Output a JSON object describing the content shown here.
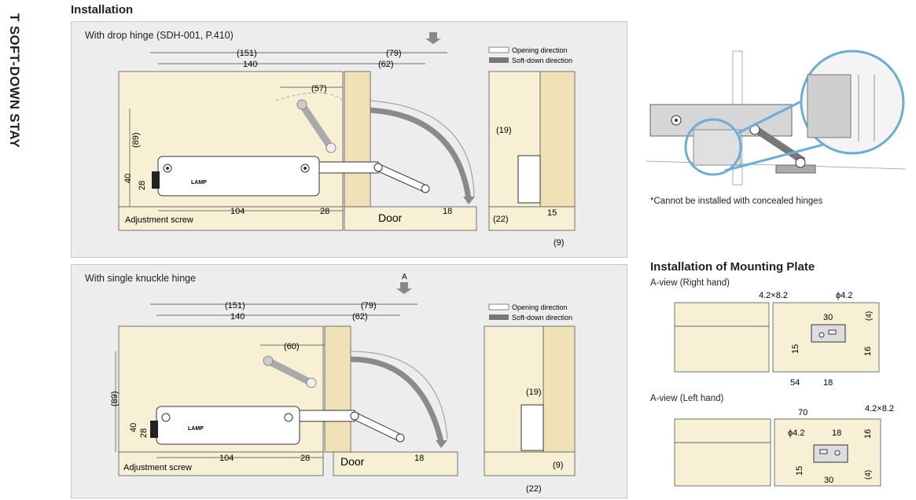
{
  "side_title": "T SOFT-DOWN STAY",
  "heading": "Installation",
  "legend": {
    "opening": "Opening direction",
    "softdown": "Soft-down direction"
  },
  "panel1": {
    "title": "With drop hinge (SDH-001, P.410)",
    "dims": {
      "w151": "(151)",
      "w140": "140",
      "w79": "(79)",
      "w62": "(62)",
      "w57": "(57)",
      "h89": "(89)",
      "h40": "40",
      "h28": "28",
      "w104": "104",
      "w28": "28",
      "w18": "18",
      "w19": "(19)",
      "w22": "(22)",
      "w15": "15",
      "w9": "(9)"
    },
    "door": "Door",
    "adjust": "Adjustment screw",
    "logo": "LAMP"
  },
  "panel2": {
    "title": "With single knuckle hinge",
    "arrow_label": "A",
    "dims": {
      "w151": "(151)",
      "w140": "140",
      "w79": "(79)",
      "w62": "(62)",
      "w60": "(60)",
      "h89": "(89)",
      "h40": "40",
      "h28": "28",
      "w104": "104",
      "w28": "28",
      "w18": "18",
      "w19": "(19)",
      "w9": "(9)",
      "w22": "(22)"
    },
    "door": "Door",
    "adjust": "Adjustment screw",
    "logo": "LAMP"
  },
  "note": "*Cannot be installed with concealed hinges",
  "mounting": {
    "title": "Installation of Mounting Plate",
    "right": {
      "label": "A-view (Right hand)",
      "slot": "4.2×8.2",
      "hole": "ϕ4.2",
      "d30": "30",
      "d4": "(4)",
      "d15": "15",
      "d16": "16",
      "d54": "54",
      "d18": "18"
    },
    "left": {
      "label": "A-view (Left hand)",
      "d70": "70",
      "slot": "4.2×8.2",
      "hole": "ϕ4.2",
      "d18": "18",
      "d16": "16",
      "d15": "15",
      "d30": "30",
      "d4": "(4)"
    }
  },
  "colors": {
    "wood": "#f7f0d4",
    "wood_edge": "#d8c9a0",
    "panel": "#ededed",
    "arrow": "#8a8a8a",
    "plate": "#cfcfcf",
    "accent_blue": "#6aaed6"
  }
}
